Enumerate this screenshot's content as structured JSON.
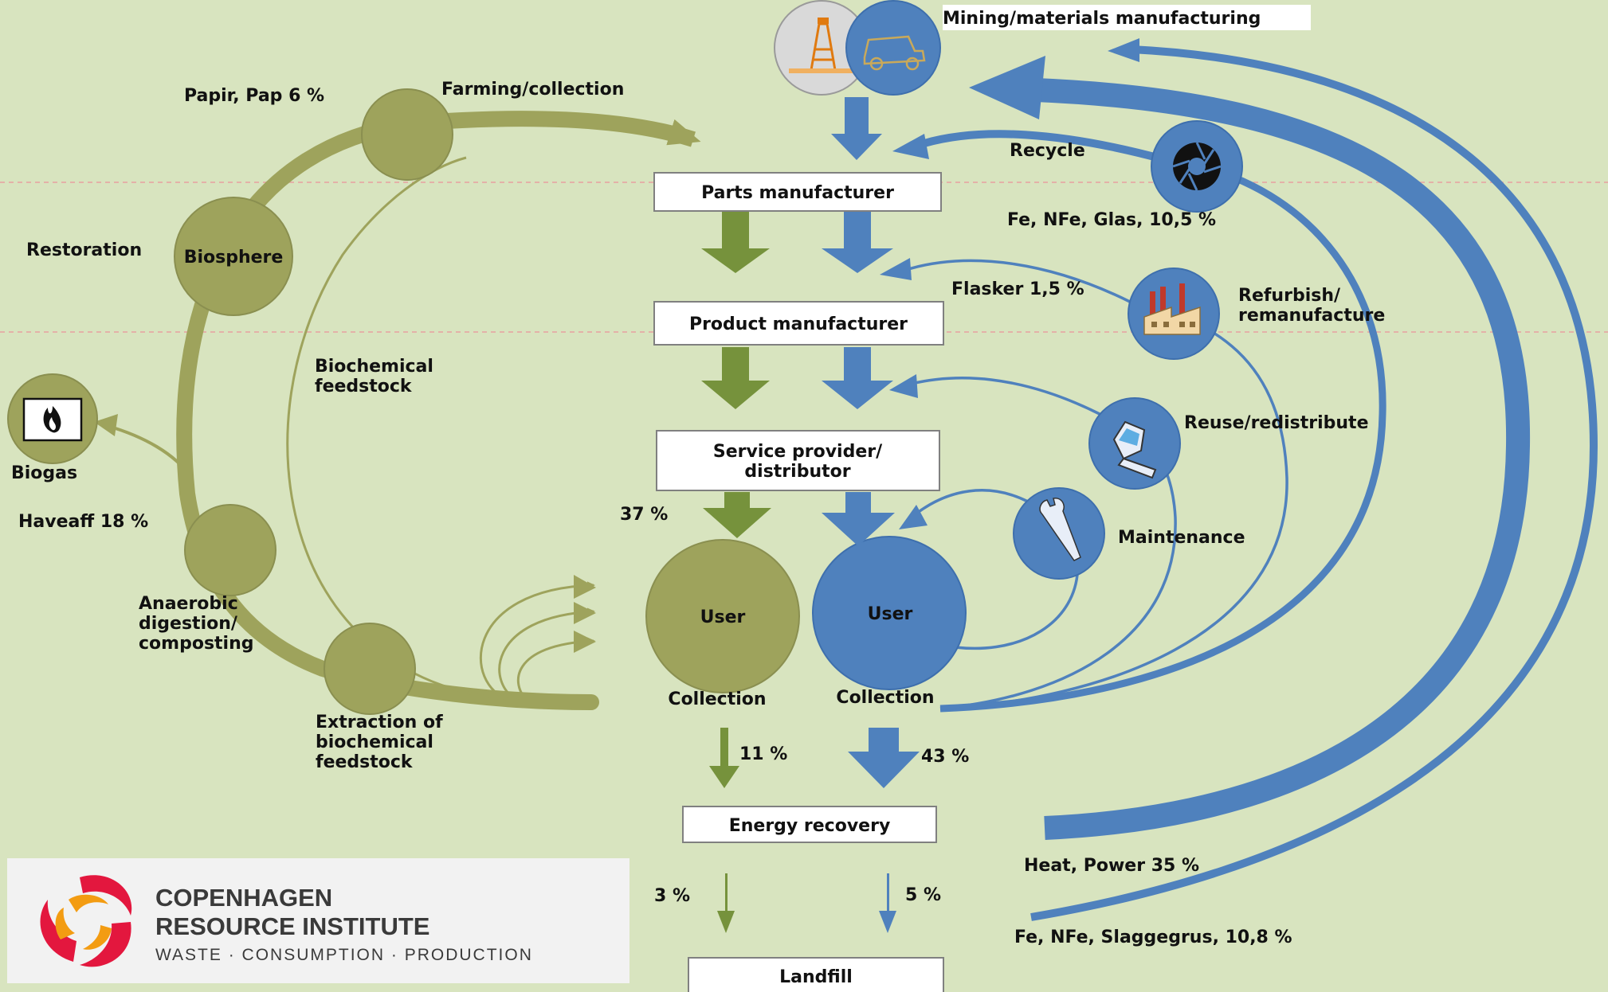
{
  "colors": {
    "background": "#d8e4bf",
    "bio_green": "#9ea35c",
    "bio_dark": "#76923c",
    "tech_blue": "#4f81bd",
    "tech_blue_dark": "#3e6fad",
    "logo_red": "#e3173e",
    "logo_orange": "#f39c12"
  },
  "labels": {
    "mining": "Mining/materials manufacturing",
    "farming": "Farming/collection",
    "papir": "Papir, Pap 6 %",
    "restoration": "Restoration",
    "biosphere": "Biosphere",
    "biochemical_1": "Biochemical",
    "biochemical_2": "feedstock",
    "biogas": "Biogas",
    "haveaff": "Haveaff 18 %",
    "anaerobic_1": "Anaerobic",
    "anaerobic_2": "digestion/",
    "anaerobic_3": "composting",
    "extraction_1": "Extraction of",
    "extraction_2": "biochemical",
    "extraction_3": "feedstock",
    "recycle": "Recycle",
    "fe_glas": "Fe, NFe, Glas, 10,5 %",
    "flasker": "Flasker 1,5 %",
    "refurbish_1": "Refurbish/",
    "refurbish_2": "remanufacture",
    "reuse": "Reuse/redistribute",
    "maintenance": "Maintenance",
    "pct_37": "37 %",
    "collection_green": "Collection",
    "collection_blue": "Collection",
    "pct_11": "11 %",
    "pct_43": "43 %",
    "heat_power": "Heat, Power 35 %",
    "pct_3": "3 %",
    "pct_5": "5 %",
    "slaggegrus": "Fe, NFe, Slaggegrus, 10,8 %"
  },
  "boxes": {
    "parts": "Parts manufacturer",
    "product": "Product manufacturer",
    "service_1": "Service provider/",
    "service_2": "distributor",
    "energy": "Energy recovery",
    "landfill": "Landfill"
  },
  "nodes": {
    "user_green": "User",
    "user_blue": "User"
  },
  "logo": {
    "line1": "COPENHAGEN",
    "line2": "RESOURCE INSTITUTE",
    "tagline": "WASTE · CONSUMPTION · PRODUCTION"
  },
  "icons": [
    "oil-rig-icon",
    "dump-truck-icon",
    "biogas-flame-icon",
    "camera-shutter-icon",
    "factory-icon",
    "mobile-phone-icon",
    "wrench-icon"
  ]
}
